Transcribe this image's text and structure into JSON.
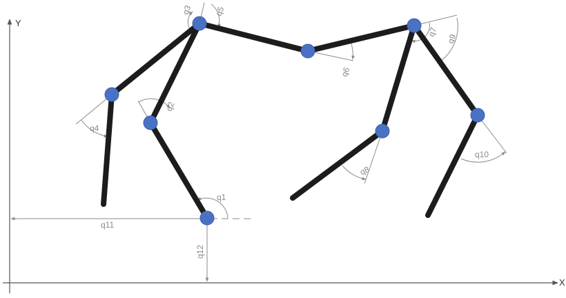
{
  "axes": {
    "x_label": "X",
    "y_label": "Y"
  },
  "angle_labels": {
    "q1": "q1",
    "q2": "q2",
    "q3": "q3",
    "q4": "q4",
    "q5": "q5",
    "q6": "q6",
    "q7": "q7",
    "q8": "q8",
    "q9": "q9",
    "q10": "q10"
  },
  "dimension_labels": {
    "q11": "q11",
    "q12": "q12"
  },
  "colors": {
    "link": "#1c1c1c",
    "joint": "#4a72c4",
    "annotation": "#8a8a8a",
    "axis": "#555555"
  }
}
